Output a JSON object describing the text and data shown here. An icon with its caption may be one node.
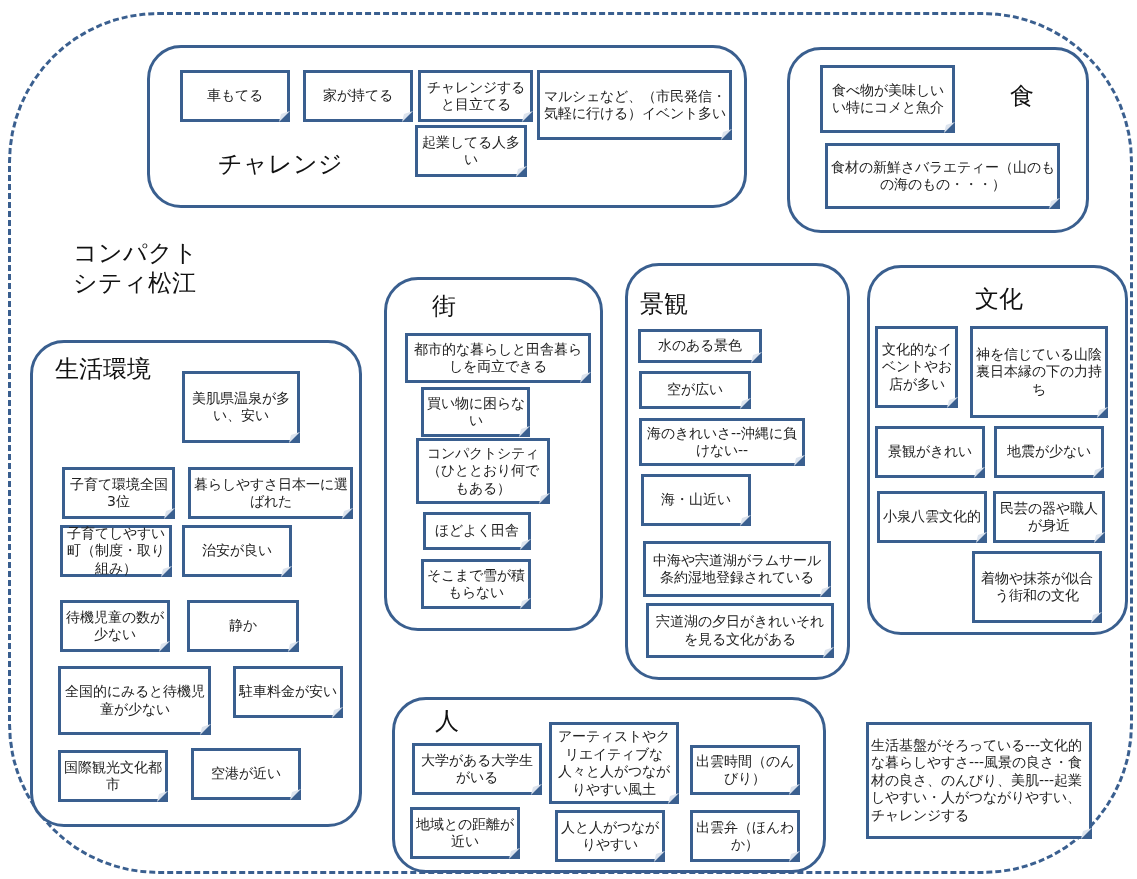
{
  "diagram": {
    "nodes": [
      {
        "text": [
          "コンパクトシティ松江"
        ]
      },
      {
        "text": [
          "チャレンジ"
        ],
        "in": 0
      },
      {
        "text": [
          "車もてる"
        ],
        "in": 1
      },
      {
        "text": [
          "家が持てる"
        ],
        "in": 1
      },
      {
        "text": [
          "チャレンジすると目立てる"
        ],
        "in": 1
      },
      {
        "text": [
          "起業してる人多い"
        ],
        "in": 1
      },
      {
        "text": [
          "マルシェなど、（市民発信・気軽に行ける）イベント多い"
        ],
        "in": 1
      },
      {
        "text": [
          "食"
        ],
        "in": 0
      },
      {
        "text": [
          "食べ物が美味しいい特にコメと魚介"
        ],
        "in": 7
      },
      {
        "text": [
          "食材の新鮮さバラエティー（山のもの海のもの・・・）"
        ],
        "in": 7
      },
      {
        "text": [
          "生活環境"
        ],
        "in": 0
      },
      {
        "text": [
          "美肌県温泉が多い、安い"
        ],
        "in": 10
      },
      {
        "text": [
          "子育て環境全国3位"
        ],
        "in": 10
      },
      {
        "text": [
          "暮らしやすさ日本一に選ばれた"
        ],
        "in": 10
      },
      {
        "text": [
          "子育てしやすい町（制度・取り組み）"
        ],
        "in": 10
      },
      {
        "text": [
          "治安が良い"
        ],
        "in": 10
      },
      {
        "text": [
          "待機児童の数が少ない"
        ],
        "in": 10
      },
      {
        "text": [
          "静か"
        ],
        "in": 10
      },
      {
        "text": [
          "全国的にみると待機児童が少ない"
        ],
        "in": 10
      },
      {
        "text": [
          "駐車料金が安い"
        ],
        "in": 10
      },
      {
        "text": [
          "国際観光文化都市"
        ],
        "in": 10
      },
      {
        "text": [
          "空港が近い"
        ],
        "in": 10
      },
      {
        "text": [
          "街"
        ],
        "in": 0
      },
      {
        "text": [
          "都市的な暮らしと田舎暮らしを両立できる"
        ],
        "in": 22
      },
      {
        "text": [
          "買い物に困らない"
        ],
        "in": 22
      },
      {
        "text": [
          "コンパクトシティ（ひととおり何でもある）"
        ],
        "in": 22
      },
      {
        "text": [
          "ほどよく田舎"
        ],
        "in": 22
      },
      {
        "text": [
          "そこまで雪が積もらない"
        ],
        "in": 22
      },
      {
        "text": [
          "景観"
        ],
        "in": 0
      },
      {
        "text": [
          "水のある景色"
        ],
        "in": 28
      },
      {
        "text": [
          "空が広い"
        ],
        "in": 28
      },
      {
        "text": [
          "海のきれいさ--沖縄に負けない--"
        ],
        "in": 28
      },
      {
        "text": [
          "海・山近い"
        ],
        "in": 28
      },
      {
        "text": [
          "中海や宍道湖がラムサール条約湿地登録されている"
        ],
        "in": 28
      },
      {
        "text": [
          "宍道湖の夕日がきれいそれを見る文化がある"
        ],
        "in": 28
      },
      {
        "text": [
          "文化"
        ],
        "in": 0
      },
      {
        "text": [
          "文化的なイベントやお店が多い"
        ],
        "in": 35
      },
      {
        "text": [
          "神を信じている山陰裏日本縁の下の力持ち"
        ],
        "in": 35
      },
      {
        "text": [
          "景観がきれい"
        ],
        "in": 35
      },
      {
        "text": [
          "地震が少ない"
        ],
        "in": 35
      },
      {
        "text": [
          "小泉八雲文化的"
        ],
        "in": 35
      },
      {
        "text": [
          "民芸の器や職人が身近"
        ],
        "in": 35
      },
      {
        "text": [
          "着物や抹茶が似合う街和の文化"
        ],
        "in": 35
      },
      {
        "text": [
          "人"
        ],
        "in": 0
      },
      {
        "text": [
          "大学がある大学生がいる"
        ],
        "in": 43
      },
      {
        "text": [
          "アーティストやクリエイティブな人々と人がつながりやすい風土"
        ],
        "in": 43
      },
      {
        "text": [
          "出雲時間（のんびり）"
        ],
        "in": 43
      },
      {
        "text": [
          "地域との距離が近い"
        ],
        "in": 43
      },
      {
        "text": [
          "人と人がつながりやすい"
        ],
        "in": 43
      },
      {
        "text": [
          "出雲弁（ほんわか）"
        ],
        "in": 43
      },
      {
        "text": [
          "生活基盤がそろっている---文化的な暮らしやすさ---風景の良さ・食材の良さ、のんびり、美肌---起業しやすい・人がつながりやすい、チャレンジする"
        ],
        "in": 0
      }
    ],
    "edges": []
  }
}
